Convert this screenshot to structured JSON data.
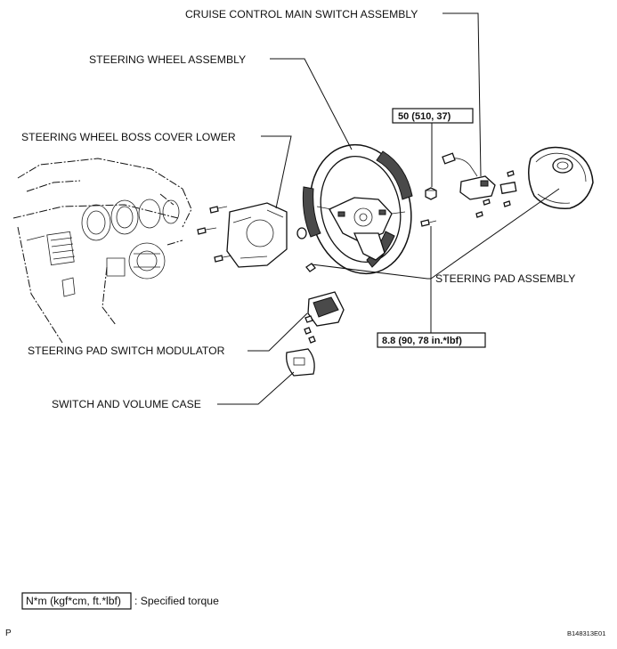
{
  "labels": {
    "cruise_switch": "CRUISE CONTROL MAIN SWITCH ASSEMBLY",
    "steering_wheel": "STEERING WHEEL ASSEMBLY",
    "boss_cover": "STEERING WHEEL BOSS COVER LOWER",
    "pad_assembly": "STEERING PAD ASSEMBLY",
    "pad_switch_modulator": "STEERING PAD SWITCH MODULATOR",
    "volume_case": "SWITCH AND VOLUME CASE"
  },
  "torques": {
    "nut": "50 (510, 37)",
    "screw": "8.8 (90, 78 in.*lbf)"
  },
  "legend": {
    "unit_box": "N*m (kgf*cm, ft.*lbf)",
    "description": ": Specified torque"
  },
  "footer": {
    "page_mark": "P",
    "figure_id": "B148313E01"
  }
}
